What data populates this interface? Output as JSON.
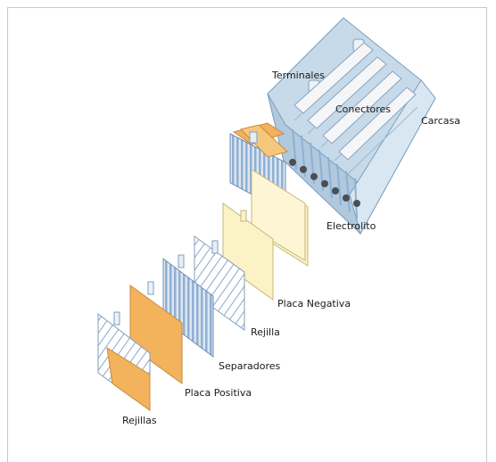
{
  "labels": {
    "terminales": "Terminales",
    "conectores": "Conectores",
    "carcasa": "Carcasa",
    "electrolito": "Electrolito",
    "placa_negativa": "Placa Negativa",
    "rejilla": "Rejilla",
    "separadores": "Separadores",
    "placa_positiva": "Placa Positiva",
    "rejillas": "Rejillas"
  },
  "colors": {
    "casing": "#c6daea",
    "grid_blue": "#9fb8d4",
    "positive_plate": "#f2b35c",
    "negative_plate": "#fbf2c6",
    "connector": "#f4f6f8"
  }
}
